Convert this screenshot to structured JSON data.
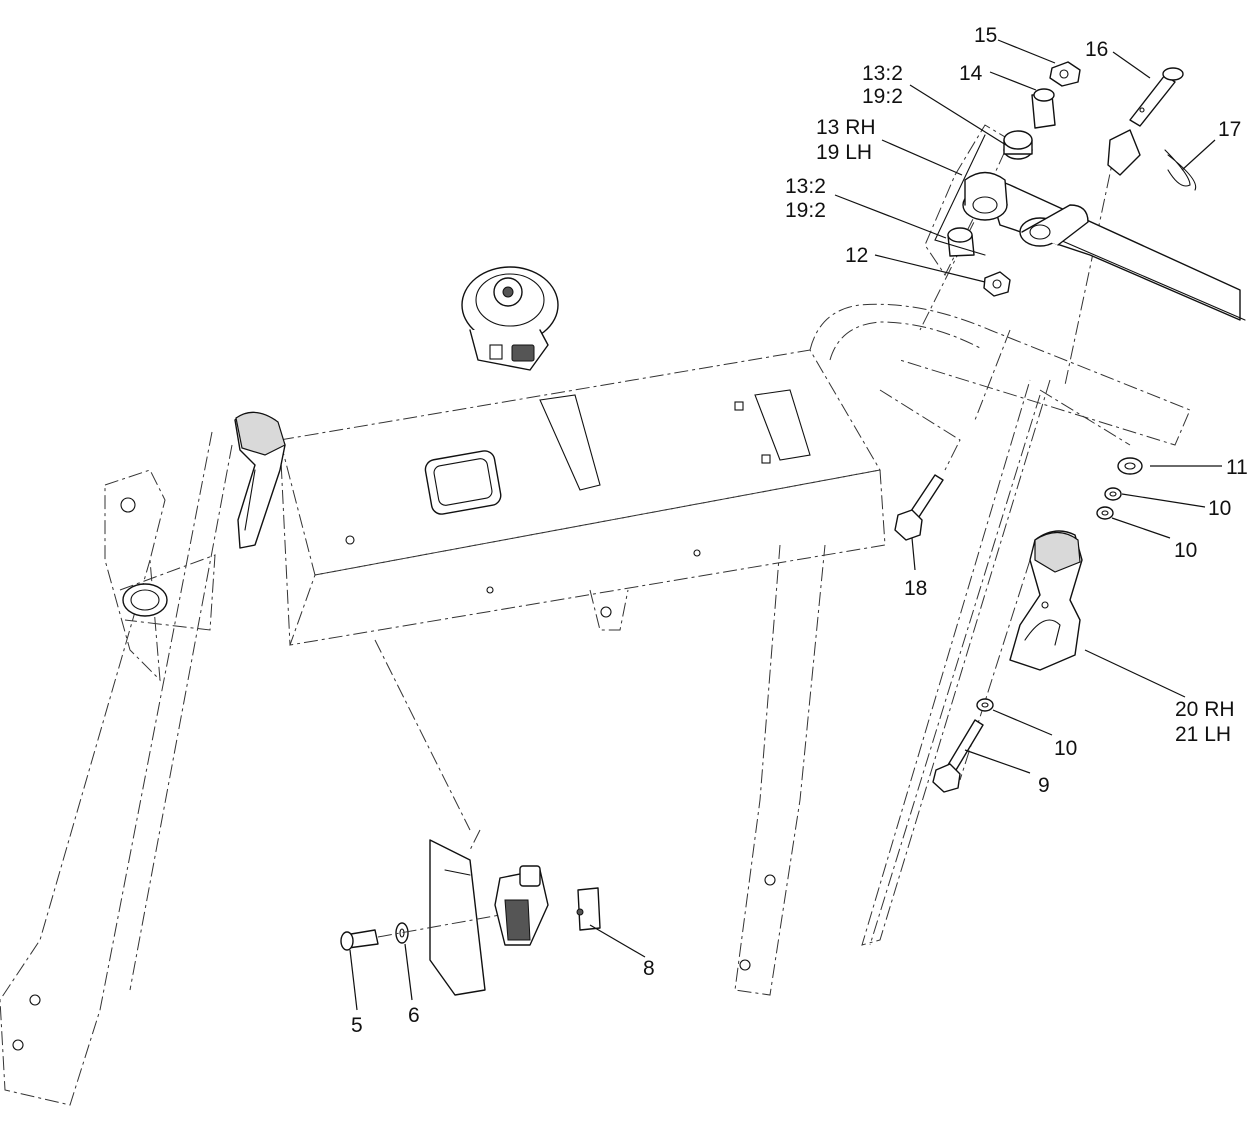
{
  "callouts": {
    "c5": "5",
    "c6": "6",
    "c8": "8",
    "c9": "9",
    "c10a": "10",
    "c10b": "10",
    "c10c": "10",
    "c11": "11",
    "c12": "12",
    "c13a_line1": "13:2",
    "c13a_line2": "19:2",
    "c13rh_line1": "13 RH",
    "c13rh_line2": "19 LH",
    "c13b_line1": "13:2",
    "c13b_line2": "19:2",
    "c14": "14",
    "c15": "15",
    "c16": "16",
    "c17": "17",
    "c18": "18",
    "c20_line1": "20 RH",
    "c20_line2": "21 LH"
  }
}
